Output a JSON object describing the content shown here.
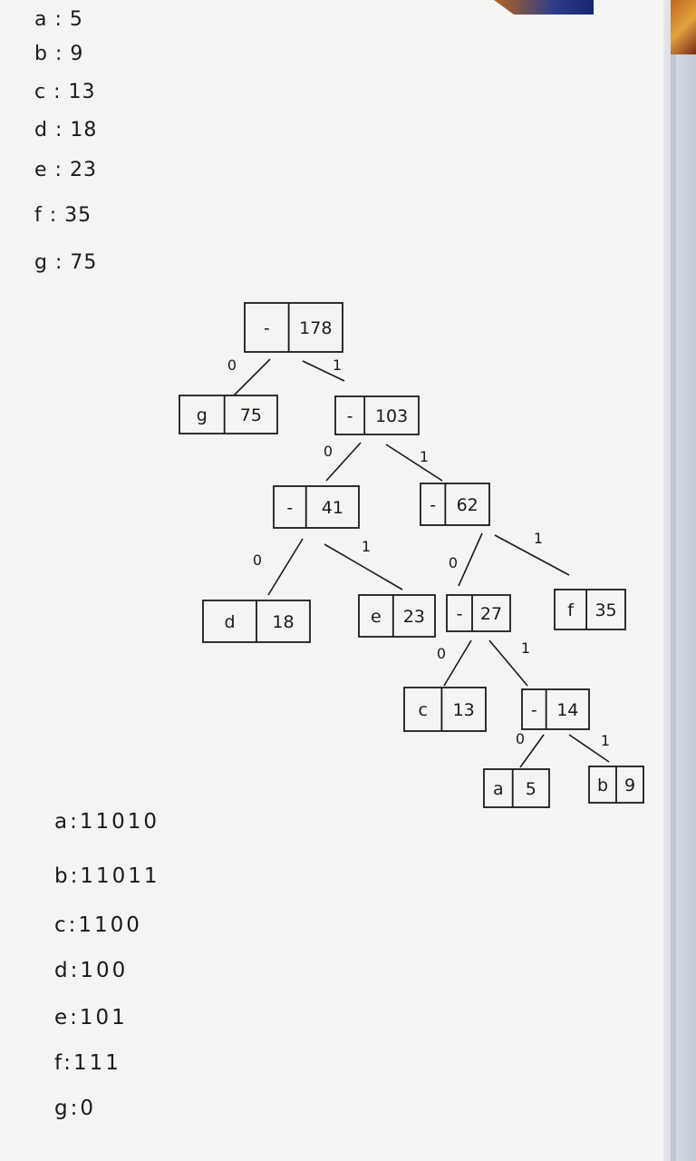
{
  "frequencies": [
    {
      "symbol": "a",
      "sep": ":",
      "value": "5"
    },
    {
      "symbol": "b",
      "sep": ":",
      "value": "9"
    },
    {
      "symbol": "c",
      "sep": ":",
      "value": "13"
    },
    {
      "symbol": "d",
      "sep": ":",
      "value": "18"
    },
    {
      "symbol": "e",
      "sep": ":",
      "value": "23"
    },
    {
      "symbol": "f",
      "sep": ":",
      "value": "35"
    },
    {
      "symbol": "g",
      "sep": ":",
      "value": "75"
    }
  ],
  "tree": {
    "nodes": [
      {
        "id": "root",
        "left": "-",
        "right": "178"
      },
      {
        "id": "g",
        "left": "g",
        "right": "75"
      },
      {
        "id": "n103",
        "left": "-",
        "right": "103"
      },
      {
        "id": "n41",
        "left": "-",
        "right": "41"
      },
      {
        "id": "n62",
        "left": "-",
        "right": "62"
      },
      {
        "id": "d",
        "left": "d",
        "right": "18"
      },
      {
        "id": "e",
        "left": "e",
        "right": "23"
      },
      {
        "id": "n27",
        "left": "-",
        "right": "27"
      },
      {
        "id": "f",
        "left": "f",
        "right": "35"
      },
      {
        "id": "c",
        "left": "c",
        "right": "13"
      },
      {
        "id": "n14",
        "left": "-",
        "right": "14"
      },
      {
        "id": "a",
        "left": "a",
        "right": "5"
      },
      {
        "id": "b",
        "left": "b",
        "right": "9"
      }
    ],
    "edges": [
      {
        "from": "root",
        "to": "g",
        "label": "0"
      },
      {
        "from": "root",
        "to": "n103",
        "label": "1"
      },
      {
        "from": "n103",
        "to": "n41",
        "label": "0"
      },
      {
        "from": "n103",
        "to": "n62",
        "label": "1"
      },
      {
        "from": "n41",
        "to": "d",
        "label": "0"
      },
      {
        "from": "n41",
        "to": "e",
        "label": "1"
      },
      {
        "from": "n62",
        "to": "n27",
        "label": "0"
      },
      {
        "from": "n62",
        "to": "f",
        "label": "1"
      },
      {
        "from": "n27",
        "to": "c",
        "label": "0"
      },
      {
        "from": "n27",
        "to": "n14",
        "label": "1"
      },
      {
        "from": "n14",
        "to": "a",
        "label": "0"
      },
      {
        "from": "n14",
        "to": "b",
        "label": "1"
      }
    ]
  },
  "codes": [
    {
      "symbol": "a",
      "sep": ":",
      "code": "11010"
    },
    {
      "symbol": "b",
      "sep": ":",
      "code": "11011"
    },
    {
      "symbol": "c",
      "sep": ":",
      "code": "1100"
    },
    {
      "symbol": "d",
      "sep": ":",
      "code": "100"
    },
    {
      "symbol": "e",
      "sep": ":",
      "code": "101"
    },
    {
      "symbol": "f",
      "sep": ":",
      "code": "111"
    },
    {
      "symbol": "g",
      "sep": ":",
      "code": "0"
    }
  ]
}
